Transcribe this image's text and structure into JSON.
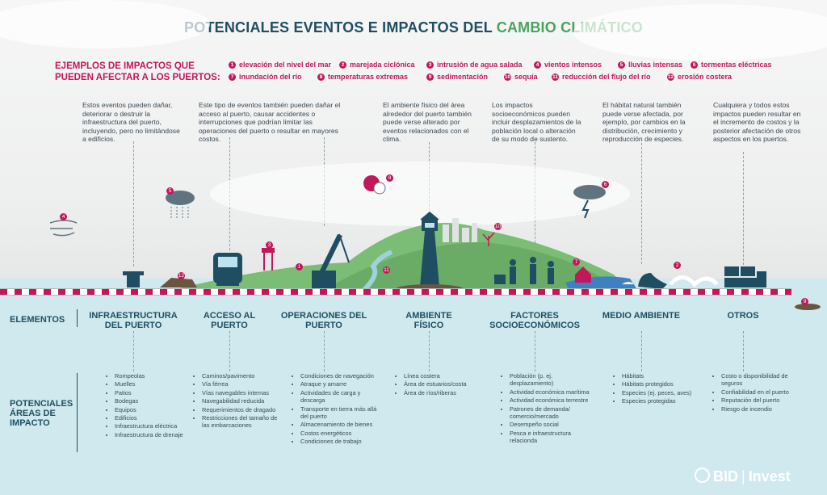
{
  "title": {
    "part1": "POTENCIALES EVENTOS E IMPACTOS DEL ",
    "part2": "CAMBIO CLIMÁTICO"
  },
  "examples": {
    "label": "EJEMPLOS DE IMPACTOS QUE PUEDEN AFECTAR A LOS PUERTOS:",
    "items": [
      {
        "n": "1",
        "text": "elevación del nivel del mar"
      },
      {
        "n": "2",
        "text": "marejada ciclónica"
      },
      {
        "n": "3",
        "text": "intrusión de agua salada"
      },
      {
        "n": "4",
        "text": "vientos intensos"
      },
      {
        "n": "5",
        "text": "lluvias intensas"
      },
      {
        "n": "6",
        "text": "tormentas eléctricas"
      },
      {
        "n": "7",
        "text": "inundación del río"
      },
      {
        "n": "8",
        "text": "temperaturas extremas"
      },
      {
        "n": "9",
        "text": "sedimentación"
      },
      {
        "n": "10",
        "text": "sequía"
      },
      {
        "n": "11",
        "text": "reducción del flujo del río"
      },
      {
        "n": "12",
        "text": "erosión costera"
      }
    ]
  },
  "descriptions": [
    "Estos eventos pueden dañar, deteriorar o destruir la infraestructura del puerto, incluyendo, pero no limitándose a edificios.",
    "Este tipo de eventos también pueden dañar el acceso al puerto, causar accidentes o interrupciones que podrían limitar las operaciones del puerto o resultar en mayores costos.",
    "El ambiente físico del área alrededor del puerto también puede verse alterado por eventos relacionados con el clima.",
    "Los impactos socioeconómicos pueden incluir desplazamientos de la población local o alteración de su modo de sustento.",
    "El hábitat natural también puede verse afectada, por ejemplo, por cambios en la distribución, crecimiento y reproducción de especies.",
    "Cualquiera y todos estos impactos pueden resultar en el incremento de costos y la posterior afectación de otros aspectos en los puertos."
  ],
  "rows": {
    "elements": "ELEMENTOS",
    "impact_areas": "POTENCIALES ÁREAS DE IMPACTO"
  },
  "categories": [
    {
      "name": "INFRAESTRUCTURA DEL PUERTO",
      "items": [
        "Rompeolas",
        "Muelles",
        "Patios",
        "Bodegas",
        "Equipos",
        "Edificios",
        "Infraestructura eléctrica",
        "Infraestructura de drenaje"
      ]
    },
    {
      "name": "ACCESO AL PUERTO",
      "items": [
        "Caminos/pavimento",
        "Vía férrea",
        "Vías navegables internas",
        "Navegabilidad reducida",
        "Requerimientos de dragado",
        "Restricciones del tamaño de las embarcaciones"
      ]
    },
    {
      "name": "OPERACIONES DEL PUERTO",
      "items": [
        "Condiciones de navegación",
        "Atraque y amarre",
        "Actividades de carga y descarga",
        "Transporte en tierra más allá del puerto",
        "Almacenamiento de bienes",
        "Costos energéticos",
        "Condiciones de trabajo"
      ]
    },
    {
      "name": "AMBIENTE FÍSICO",
      "items": [
        "Línea costera",
        "Área de estuarios/costa",
        "Área de ríos/riberas"
      ]
    },
    {
      "name": "FACTORES SOCIOECONÓMICOS",
      "items": [
        "Población (p. ej. desplazamiento)",
        "Actividad económica marítima",
        "Actividad económica terrestre",
        "Patrones de demanda/ comercio/mercado",
        "Desempeño social",
        "Pesca e infraestructura relacionda"
      ]
    },
    {
      "name": "MEDIO AMBIENTE",
      "items": [
        "Hábitats",
        "Hábitats protegidos",
        "Especies (ej. peces, aves)",
        "Especies protegidas"
      ]
    },
    {
      "name": "OTROS",
      "items": [
        "Costo o disponibilidad de seguros",
        "Confiabilidad en el puerto",
        "Reputación del puerto",
        "Riesgo de incendio"
      ]
    }
  ],
  "icon_numbers": {
    "n1": "1",
    "n2": "2",
    "n3": "3",
    "n4": "4",
    "n5": "5",
    "n6": "6",
    "n7": "7",
    "n8": "8",
    "n9": "9",
    "n10": "10",
    "n11": "11",
    "n12": "12"
  },
  "logo": {
    "brand": "BID",
    "sep": "|",
    "product": "Invest"
  },
  "colors": {
    "accent": "#c2185b",
    "title": "#1f4e62",
    "green": "#4aa35c",
    "sea": "#cfe9ee"
  }
}
